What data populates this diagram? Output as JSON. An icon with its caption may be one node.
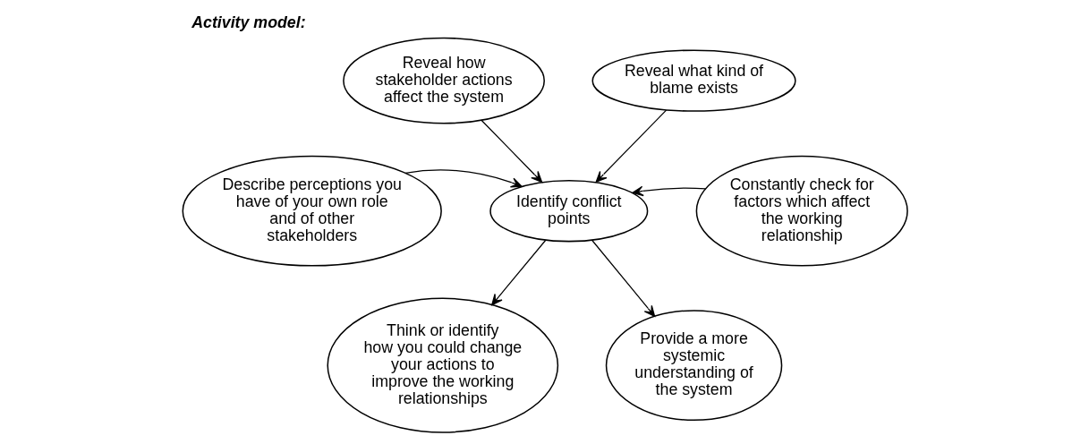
{
  "diagram": {
    "title": "Activity model:",
    "nodes": [
      {
        "text": [
          "Identify conflict points"
        ]
      },
      {
        "text": [
          "Reveal how stakeholder actions affect the system"
        ]
      },
      {
        "text": [
          "Reveal what kind of blame exists"
        ]
      },
      {
        "text": [
          "Constantly check for factors which affect the working relationship"
        ]
      },
      {
        "text": [
          "Describe perceptions you have of your own role and of other stakeholders"
        ]
      },
      {
        "text": [
          "Think or identify how you could change your actions to improve the working relationships"
        ]
      },
      {
        "text": [
          "Provide a more systemic understanding of the system"
        ]
      }
    ],
    "edges": [
      {
        "from": 1,
        "to": 0,
        "arrow": "to"
      },
      {
        "from": 2,
        "to": 0,
        "arrow": "to"
      },
      {
        "from": 3,
        "to": 0,
        "arrow": "to"
      },
      {
        "from": 4,
        "to": 0,
        "arrow": "to"
      },
      {
        "from": 0,
        "to": 5,
        "arrow": "to"
      },
      {
        "from": 0,
        "to": 6,
        "arrow": "to"
      }
    ]
  }
}
